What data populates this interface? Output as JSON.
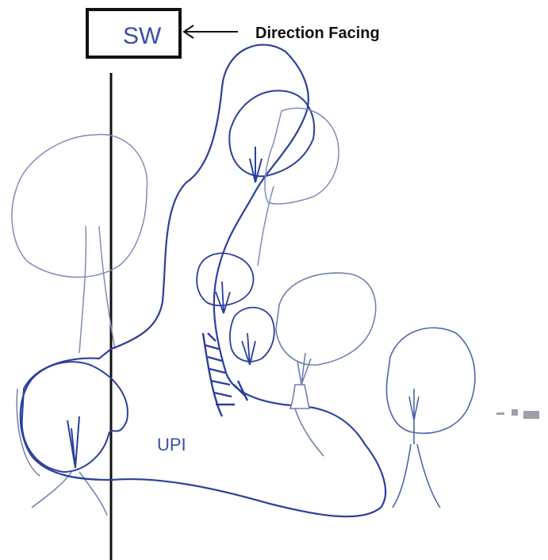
{
  "direction_box": {
    "text": "SW"
  },
  "annotation": {
    "text": "Direction Facing"
  },
  "region_label": {
    "text": "UPI"
  },
  "colors": {
    "ink_blue": "#2a3f9e",
    "ink_light": "#6f7fb0",
    "black": "#111111"
  }
}
